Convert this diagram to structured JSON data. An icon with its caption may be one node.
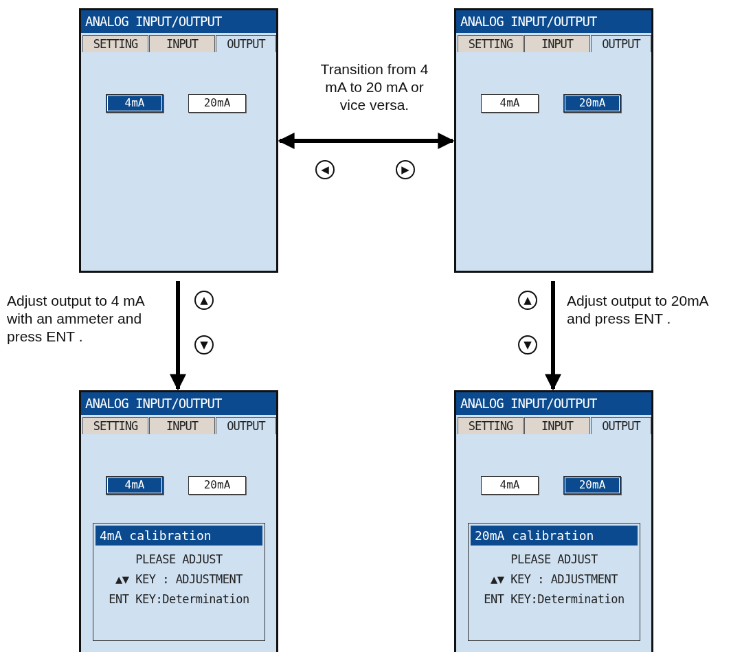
{
  "diagram": {
    "nodes": [
      {
        "text": [
          "ANALOG INPUT/OUTPUT"
        ]
      },
      {
        "text": [
          "SETTING"
        ],
        "in": 0
      },
      {
        "text": [
          "INPUT"
        ],
        "in": 0
      },
      {
        "text": [
          "OUTPUT"
        ],
        "in": 0
      },
      {
        "text": [
          "4mA"
        ],
        "in": 0
      },
      {
        "text": [
          "20mA"
        ],
        "in": 0
      },
      {
        "text": [
          "ANALOG INPUT/OUTPUT"
        ]
      },
      {
        "text": [
          "SETTING"
        ],
        "in": 6
      },
      {
        "text": [
          "INPUT"
        ],
        "in": 6
      },
      {
        "text": [
          "OUTPUT"
        ],
        "in": 6
      },
      {
        "text": [
          "4mA"
        ],
        "in": 6
      },
      {
        "text": [
          "20mA"
        ],
        "in": 6
      },
      {
        "text": [
          "ANALOG INPUT/OUTPUT"
        ]
      },
      {
        "text": [
          "SETTING"
        ],
        "in": 12
      },
      {
        "text": [
          "INPUT"
        ],
        "in": 12
      },
      {
        "text": [
          "OUTPUT"
        ],
        "in": 12
      },
      {
        "text": [
          "4mA"
        ],
        "in": 12
      },
      {
        "text": [
          "20mA"
        ],
        "in": 12
      },
      {
        "text": [
          "4mA calibration",
          "PLEASE ADJUST",
          "▲▼ KEY : ADJUSTMENT",
          "ENT KEY:Determination"
        ],
        "in": 12
      },
      {
        "text": [
          "ANALOG INPUT/OUTPUT"
        ]
      },
      {
        "text": [
          "SETTING"
        ],
        "in": 19
      },
      {
        "text": [
          "INPUT"
        ],
        "in": 19
      },
      {
        "text": [
          "OUTPUT"
        ],
        "in": 19
      },
      {
        "text": [
          "4mA"
        ],
        "in": 19
      },
      {
        "text": [
          "20mA"
        ],
        "in": 19
      },
      {
        "text": [
          "20mA calibration",
          "PLEASE ADJUST",
          "▲▼ KEY : ADJUSTMENT",
          "ENT KEY:Determination"
        ],
        "in": 19
      }
    ],
    "edges": [
      {
        "from": 0,
        "to": 6,
        "arrow": "both",
        "label": "Transition from 4 mA to 20 mA or vice versa."
      },
      {
        "from": 0,
        "to": 12,
        "arrow": "to",
        "label": "Adjust output to 4 mA with an ammeter and press ENT ."
      },
      {
        "from": 6,
        "to": 19,
        "arrow": "to",
        "label": "Adjust output to 20mA and press ENT ."
      }
    ],
    "labels": [
      "◀",
      "▶",
      "▲",
      "▼",
      "▲",
      "▼"
    ]
  }
}
